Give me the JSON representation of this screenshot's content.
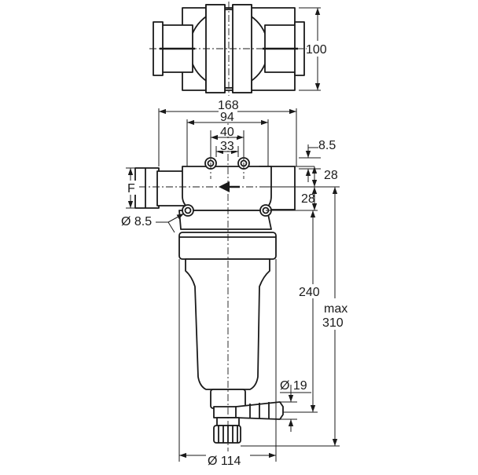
{
  "labels": {
    "top_height": "100",
    "width_168": "168",
    "width_94": "94",
    "width_40": "40",
    "width_33": "33",
    "hole_8_5": "8.5",
    "offset_28_top": "28",
    "offset_28_bottom": "28",
    "thread_f": "F",
    "dia_8_5": "Ø 8.5",
    "length_240": "240",
    "max_label": "max",
    "max_value": "310",
    "dia_19": "Ø 19",
    "dia_114": "Ø 114"
  }
}
